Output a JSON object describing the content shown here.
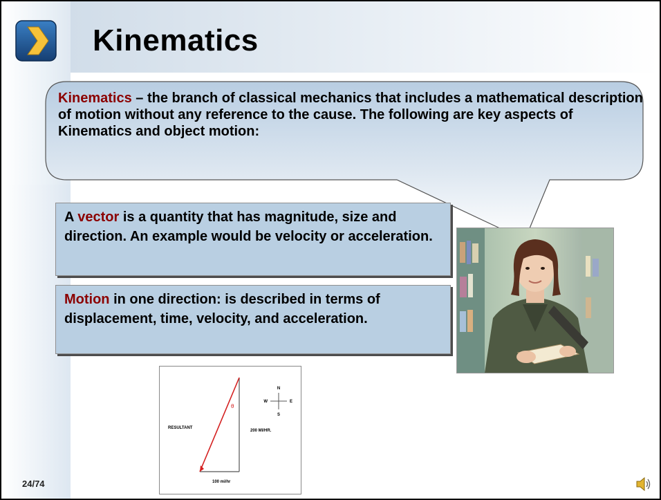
{
  "slide": {
    "title": "Kinematics",
    "intro": {
      "term": "Kinematics",
      "text": " – the branch of classical mechanics that includes a mathematical description of motion without any reference to the cause. The following are key aspects of Kinematics and object motion:"
    },
    "vector_box": {
      "prefix": "A ",
      "term": "vector",
      "text": " is a quantity that has magnitude, size and direction. An example would be velocity or acceleration."
    },
    "motion_box": {
      "term": "Motion",
      "text": " in one direction: is described in terms of displacement, time, velocity, and acceleration."
    },
    "diagram": {
      "resultant": "RESULTANT",
      "north": "N",
      "south": "S",
      "east": "E",
      "west": "W",
      "speed_vertical": "200 MI/HR.",
      "speed_horizontal": "100 mi/hr",
      "angle": "θ"
    },
    "page_number": "24/74",
    "icons": {
      "title_arrow": "chevron-right-icon",
      "audio": "speaker-icon"
    },
    "colors": {
      "emphasis": "#8b0000",
      "box_fill": "#b9cfe2",
      "arrow_blue": "#1f5fa0"
    }
  }
}
